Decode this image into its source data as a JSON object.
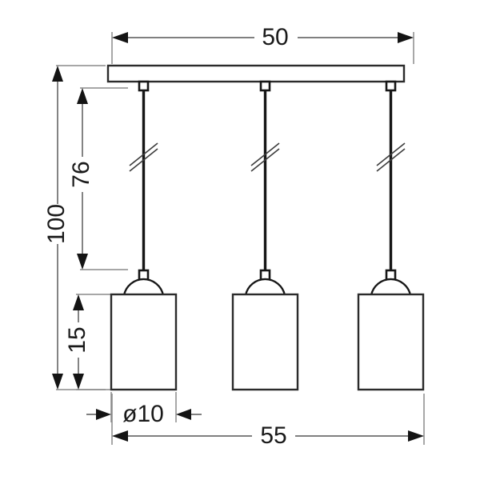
{
  "drawing": {
    "title": "Pendant lamp technical dimension drawing",
    "unit_note": "",
    "line_color": "#2b2b2b",
    "dimension_color": "#6e6e6e",
    "background": "#ffffff"
  },
  "dimensions": {
    "canopy_width": {
      "label": "50",
      "name": "canopy-width",
      "orientation": "horizontal"
    },
    "total_height": {
      "label": "100",
      "name": "total-height",
      "orientation": "vertical"
    },
    "cable_height": {
      "label": "76",
      "name": "cable-drop-height",
      "orientation": "vertical"
    },
    "shade_height": {
      "label": "15",
      "name": "shade-height",
      "orientation": "vertical"
    },
    "shade_diameter": {
      "label": "ø10",
      "name": "shade-diameter",
      "orientation": "horizontal"
    },
    "overall_width": {
      "label": "55",
      "name": "overall-width",
      "orientation": "horizontal"
    }
  },
  "components": {
    "canopy": {
      "name": "ceiling-canopy-bar"
    },
    "pendants": [
      {
        "name": "pendant-left",
        "index": 1
      },
      {
        "name": "pendant-center",
        "index": 2
      },
      {
        "name": "pendant-right",
        "index": 3
      }
    ],
    "break_mark_count": 3
  },
  "chart_data": {
    "type": "table",
    "title": "Pendant lamp dimensions",
    "categories": [
      "50",
      "100",
      "76",
      "15",
      "ø10",
      "55"
    ],
    "values": [
      50,
      100,
      76,
      15,
      10,
      55
    ],
    "xlabel": "",
    "ylabel": ""
  }
}
